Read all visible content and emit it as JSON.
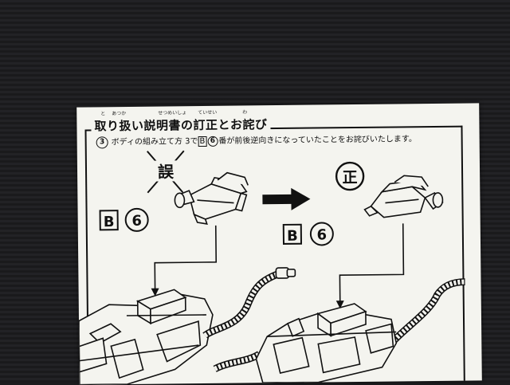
{
  "notice": {
    "title": "取り扱い説明書の訂正とお詫び",
    "furigana": [
      "と",
      "あつか",
      "せつめいしょ",
      "ていせい",
      "わ"
    ],
    "step_number": "3",
    "description_main": "ボディの組み立て方 3で",
    "description_tail": "番が前後逆向きになっていたことをお詫びいたします。",
    "part_letter": "B",
    "part_number": "6"
  },
  "wrong": {
    "label": "誤",
    "part_letter": "B",
    "part_number": "6"
  },
  "correct": {
    "label": "正",
    "part_letter": "B",
    "part_number": "6"
  },
  "colors": {
    "card": "#f4f4ef",
    "ink": "#111111",
    "background": "#1c1c1e"
  }
}
